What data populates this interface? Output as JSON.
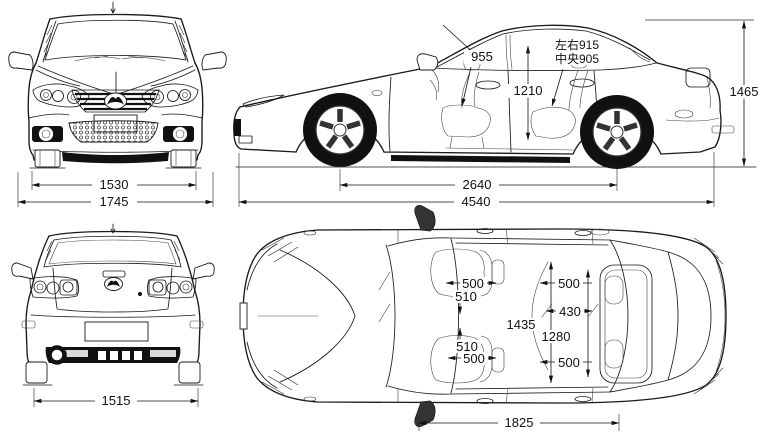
{
  "front_view": {
    "track": "1530",
    "overall_width": "1745"
  },
  "side_view": {
    "front_headroom": "955",
    "rear_headroom_sides": "左右915",
    "rear_headroom_center": "中央905",
    "interior_height": "1210",
    "overall_height": "1465",
    "wheelbase": "2640",
    "overall_length": "4540"
  },
  "rear_view": {
    "track": "1515"
  },
  "top_view": {
    "front_seat_width_a": "500",
    "front_seat_width_b": "510",
    "front_seat_width_c": "510",
    "front_seat_width_d": "500",
    "rear_seat_width_a": "500",
    "rear_center_gap": "430",
    "interior_width": "1435",
    "rear_hip_width": "1280",
    "rear_seat_width_b": "500",
    "interior_length": "1825"
  }
}
